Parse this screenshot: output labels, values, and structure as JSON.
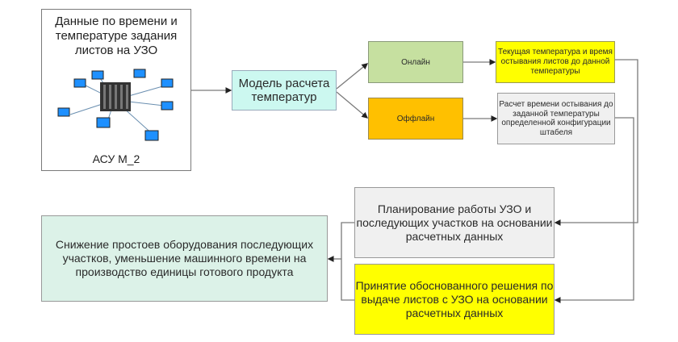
{
  "diagram": {
    "source": {
      "title": "Данные по времени и температуре задания листов на УЗО",
      "caption": "АСУ М_2",
      "illustration": "computer-network-icon"
    },
    "model": {
      "label": "Модель расчета температур"
    },
    "online": {
      "label": "Онлайн",
      "color": "#c6e0a0"
    },
    "offline": {
      "label": "Оффлайн",
      "color": "#ffc000"
    },
    "current_temp": {
      "label": "Текущая температура и время остывания листов до данной температуры",
      "color": "#ffff00"
    },
    "cooling_calc": {
      "label": "Расчет времени остывания до заданной температуры определенной конфигурации штабеля"
    },
    "planning": {
      "label": "Планирование работы УЗО и последующих участков на основании расчетных данных"
    },
    "decision": {
      "label": "Принятие обоснованного решения по выдаче листов с УЗО на основании расчетных данных",
      "color": "#ffff00"
    },
    "result": {
      "label": "Снижение простоев оборудования последующих участков, уменьшение машинного времени на производство единицы готового продукта",
      "color": "#dcf2e8"
    },
    "edges": [
      {
        "from": "source",
        "to": "model"
      },
      {
        "from": "model",
        "to": "online"
      },
      {
        "from": "model",
        "to": "offline"
      },
      {
        "from": "online",
        "to": "current_temp"
      },
      {
        "from": "offline",
        "to": "cooling_calc"
      },
      {
        "from": "current_temp",
        "to": "planning"
      },
      {
        "from": "cooling_calc",
        "to": "decision"
      },
      {
        "from": "planning",
        "to": "result"
      },
      {
        "from": "decision",
        "to": "result"
      }
    ]
  }
}
